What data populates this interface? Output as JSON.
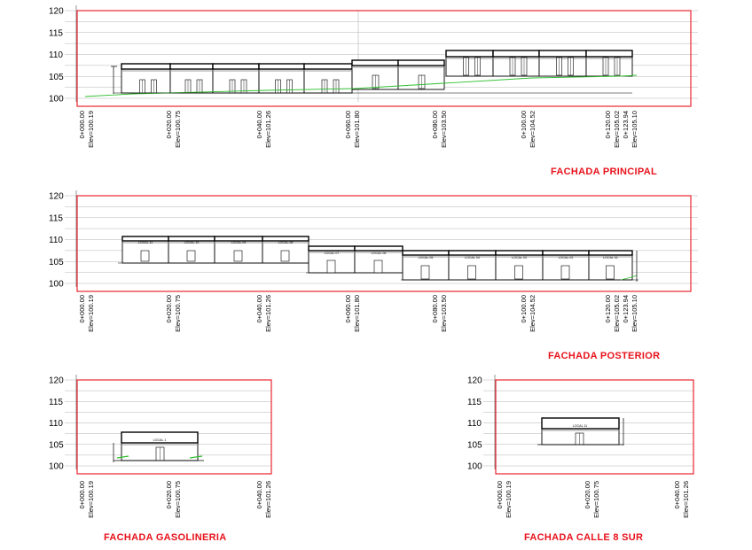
{
  "y_labels": [
    "120",
    "115",
    "110",
    "105",
    "100"
  ],
  "stations": [
    {
      "sta": "0+000.00",
      "elev": "Elev=100.19"
    },
    {
      "sta": "0+020.00",
      "elev": "Elev=100.75"
    },
    {
      "sta": "0+040.00",
      "elev": "Elev=101.26"
    },
    {
      "sta": "0+060.00",
      "elev": "Elev=101.80"
    },
    {
      "sta": "0+080.00",
      "elev": "Elev=103.50"
    },
    {
      "sta": "0+100.00",
      "elev": "Elev=104.52"
    },
    {
      "sta": "0+120.00",
      "elev": "Elev=105.02"
    },
    {
      "sta": "0+123.94",
      "elev": "Elev=105.10"
    }
  ],
  "small_stations": [
    {
      "sta": "0+000.00",
      "elev": "Elev=100.19"
    },
    {
      "sta": "0+020.00",
      "elev": "Elev=100.75"
    },
    {
      "sta": "0+040.00",
      "elev": "Elev=101.26"
    }
  ],
  "titles": {
    "principal": "FACHADA PRINCIPAL",
    "posterior": "FACHADA POSTERIOR",
    "gasolineria": "FACHADA GASOLINERIA",
    "calle": "FACHADA CALLE 8 SUR"
  },
  "posterior_locals": [
    "LOCAL 11",
    "LOCAL 10",
    "LOCAL 09",
    "LOCAL 08",
    "LOCAL 07",
    "LOCAL 06",
    "LOCAL 05",
    "LOCAL 04",
    "LOCAL 03",
    "LOCAL 02",
    "LOCAL 01"
  ],
  "gasolineria_local": "LOCAL 1",
  "calle_local": "LOCAL 11",
  "colors": {
    "frame": "#e8121b",
    "grid": "#b4b4b4",
    "ground": "#2fbf2f",
    "title": "#e8121b"
  }
}
